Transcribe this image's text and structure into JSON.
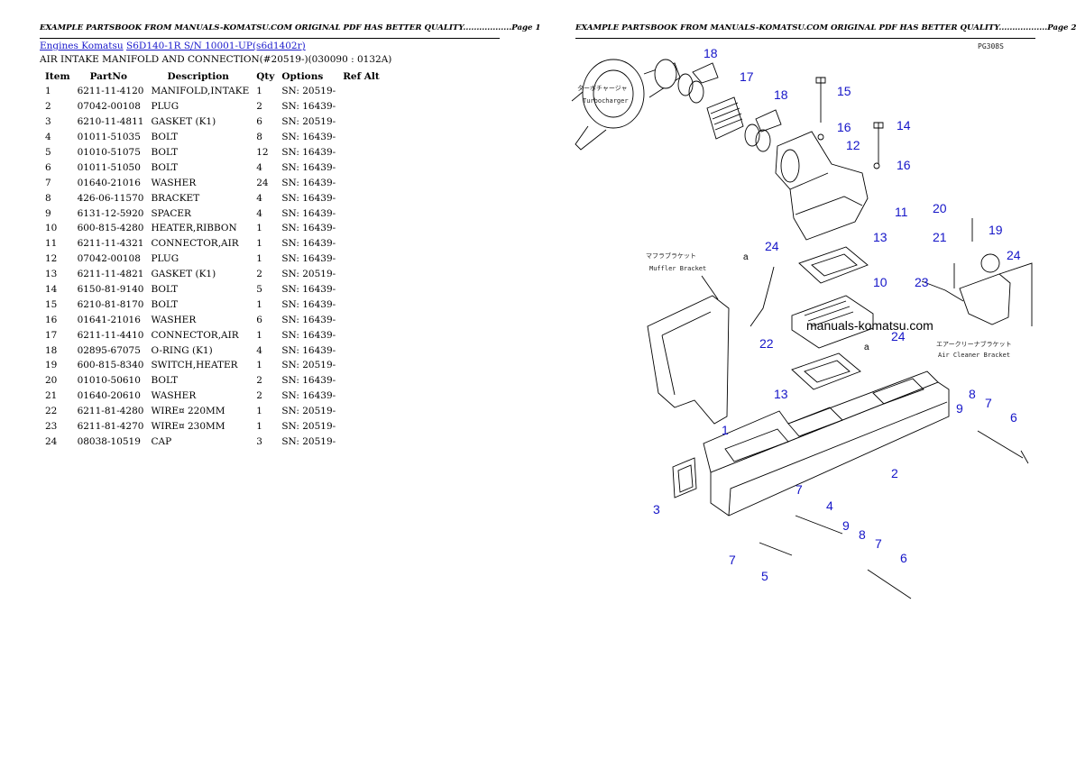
{
  "header": {
    "page1": "EXAMPLE PARTSBOOK FROM MANUALS-KOMATSU.COM ORIGINAL PDF HAS BETTER QUALITY..................Page 1",
    "page2": "EXAMPLE PARTSBOOK FROM MANUALS-KOMATSU.COM ORIGINAL PDF HAS BETTER QUALITY..................Page 2"
  },
  "breadcrumb": {
    "link1": "Engines Komatsu",
    "link2": "S6D140-1R S/N  10001-UP(s6d1402r)"
  },
  "subtitle": "AIR INTAKE MANIFOLD AND  CONNECTION(#20519-)(030090 : 0132A)",
  "table": {
    "headers": [
      "Item",
      "PartNo",
      "Description",
      "Qty",
      "Options",
      "Ref Alt"
    ],
    "rows": [
      [
        "1",
        "6211-11-4120",
        "MANIFOLD,INTAKE",
        "1",
        "SN: 20519-",
        ""
      ],
      [
        "2",
        "07042-00108",
        "PLUG",
        "2",
        "SN: 16439-",
        ""
      ],
      [
        "3",
        "6210-11-4811",
        "GASKET (K1)",
        "6",
        "SN: 20519-",
        ""
      ],
      [
        "4",
        "01011-51035",
        "BOLT",
        "8",
        "SN: 16439-",
        ""
      ],
      [
        "5",
        "01010-51075",
        "BOLT",
        "12",
        "SN: 16439-",
        ""
      ],
      [
        "6",
        "01011-51050",
        "BOLT",
        "4",
        "SN: 16439-",
        ""
      ],
      [
        "7",
        "01640-21016",
        "WASHER",
        "24",
        "SN: 16439-",
        ""
      ],
      [
        "8",
        "426-06-11570",
        "BRACKET",
        "4",
        "SN: 16439-",
        ""
      ],
      [
        "9",
        "6131-12-5920",
        "SPACER",
        "4",
        "SN: 16439-",
        ""
      ],
      [
        "10",
        "600-815-4280",
        "HEATER,RIBBON",
        "1",
        "SN: 16439-",
        ""
      ],
      [
        "11",
        "6211-11-4321",
        "CONNECTOR,AIR",
        "1",
        "SN: 16439-",
        ""
      ],
      [
        "12",
        "07042-00108",
        "PLUG",
        "1",
        "SN: 16439-",
        ""
      ],
      [
        "13",
        "6211-11-4821",
        "GASKET (K1)",
        "2",
        "SN: 20519-",
        ""
      ],
      [
        "14",
        "6150-81-9140",
        "BOLT",
        "5",
        "SN: 16439-",
        ""
      ],
      [
        "15",
        "6210-81-8170",
        "BOLT",
        "1",
        "SN: 16439-",
        ""
      ],
      [
        "16",
        "01641-21016",
        "WASHER",
        "6",
        "SN: 16439-",
        ""
      ],
      [
        "17",
        "6211-11-4410",
        "CONNECTOR,AIR",
        "1",
        "SN: 16439-",
        ""
      ],
      [
        "18",
        "02895-67075",
        "O-RING (K1)",
        "4",
        "SN: 16439-",
        ""
      ],
      [
        "19",
        "600-815-8340",
        "SWITCH,HEATER",
        "1",
        "SN: 20519-",
        ""
      ],
      [
        "20",
        "01010-50610",
        "BOLT",
        "2",
        "SN: 16439-",
        ""
      ],
      [
        "21",
        "01640-20610",
        "WASHER",
        "2",
        "SN: 16439-",
        ""
      ],
      [
        "22",
        "6211-81-4280",
        "WIRE¤ 220MM",
        "1",
        "SN: 20519-",
        ""
      ],
      [
        "23",
        "6211-81-4270",
        "WIRE¤ 230MM",
        "1",
        "SN: 20519-",
        ""
      ],
      [
        "24",
        "08038-10519",
        "CAP",
        "3",
        "SN: 20519-",
        ""
      ]
    ]
  },
  "diagram": {
    "code": "PG308S",
    "watermark": "manuals-komatsu.com",
    "labels": {
      "turbo_jp": "ターボチャージャ",
      "turbo_en": "Turbocharger",
      "muffler_jp": "マフラブラケット",
      "muffler_en": "Muffler Bracket",
      "cleaner_jp": "エアークリーナブラケット",
      "cleaner_en": "Air Cleaner Bracket",
      "a": "a"
    },
    "callouts": [
      "18",
      "17",
      "18",
      "15",
      "16",
      "14",
      "12",
      "16",
      "11",
      "20",
      "21",
      "19",
      "24",
      "24",
      "13",
      "10",
      "23",
      "22",
      "24",
      "9",
      "8",
      "7",
      "6",
      "13",
      "1",
      "2",
      "3",
      "7",
      "4",
      "9",
      "8",
      "7",
      "6",
      "7",
      "5"
    ]
  }
}
